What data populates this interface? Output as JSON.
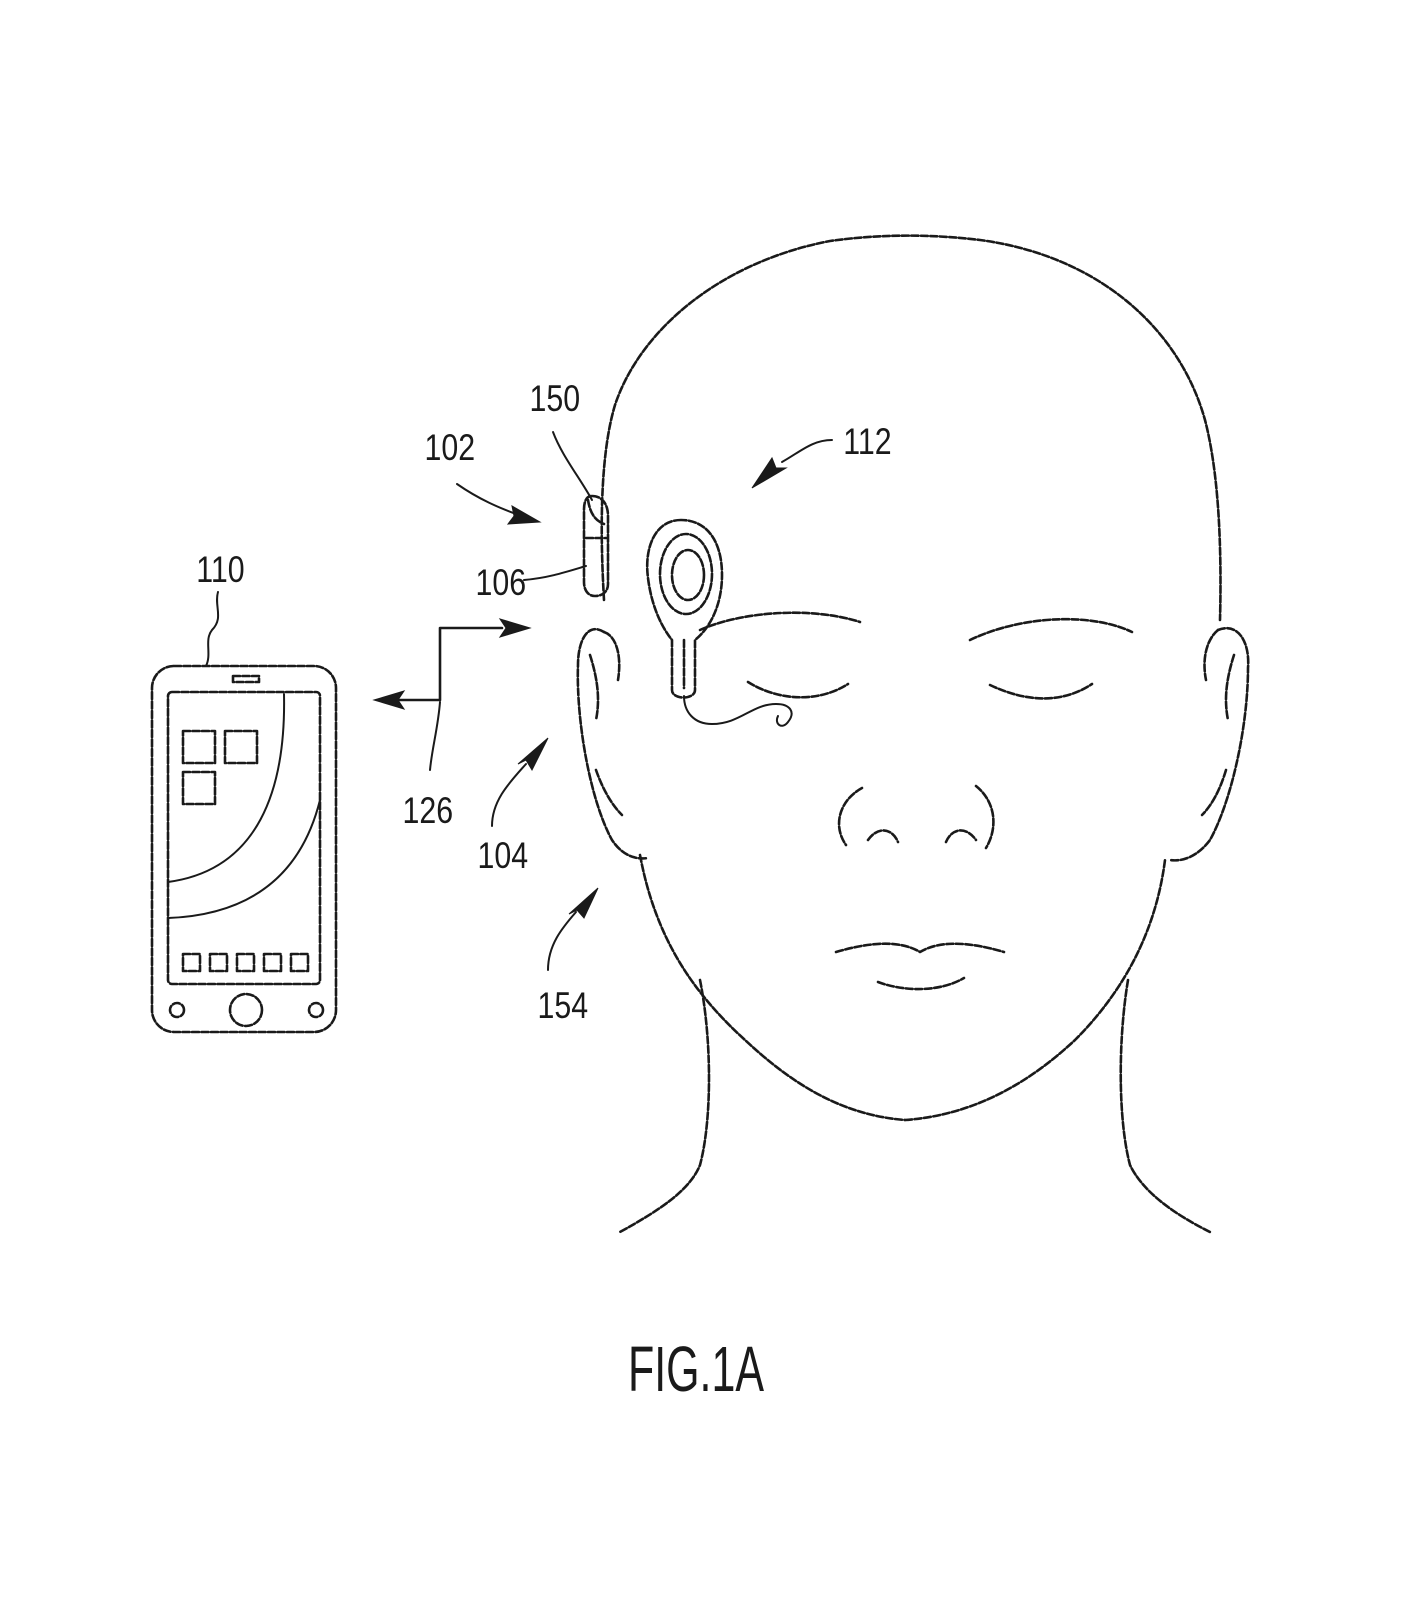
{
  "labels": {
    "ref_102": "102",
    "ref_104": "104",
    "ref_106": "106",
    "ref_110": "110",
    "ref_112": "112",
    "ref_126": "126",
    "ref_150": "150",
    "ref_154": "154"
  },
  "caption": "FIG.1A",
  "icons": {
    "phone": "smartphone-icon",
    "wireless_link": "wireless-signal-icon"
  },
  "colors": {
    "ink": "#1a1a1a",
    "background": "#ffffff"
  }
}
